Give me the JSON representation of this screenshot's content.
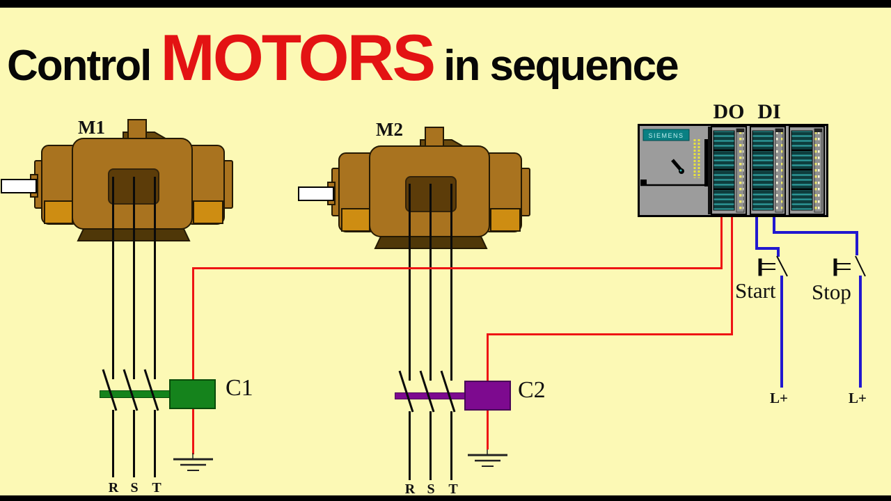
{
  "title": {
    "prefix": "Control",
    "highlight": "MOTORS",
    "suffix": "in sequence",
    "highlight_color": "#e31313",
    "text_color": "#070707"
  },
  "motors": [
    {
      "label": "M1"
    },
    {
      "label": "M2"
    }
  ],
  "plc": {
    "brand": "SIEMENS",
    "outputs_label": "DO",
    "inputs_label": "DI"
  },
  "contactors": [
    {
      "label": "C1",
      "color": "#15831c"
    },
    {
      "label": "C2",
      "color": "#7d0a8f"
    }
  ],
  "phases": [
    "R",
    "S",
    "T"
  ],
  "buttons": [
    {
      "label": "Start"
    },
    {
      "label": "Stop"
    }
  ],
  "supply": [
    {
      "label": "L+"
    },
    {
      "label": "L+"
    }
  ],
  "colors": {
    "background": "#fcf9b5",
    "wire_red": "#ee1414",
    "wire_blue": "#2118cf",
    "wire_black": "#0a0a0a",
    "motor_body": "#a9731f",
    "motor_terminal_box": "#5c3c09",
    "motor_accent": "#ce8d12",
    "plc_gray": "#9c9c9c",
    "plc_teal": "#0a8083"
  }
}
